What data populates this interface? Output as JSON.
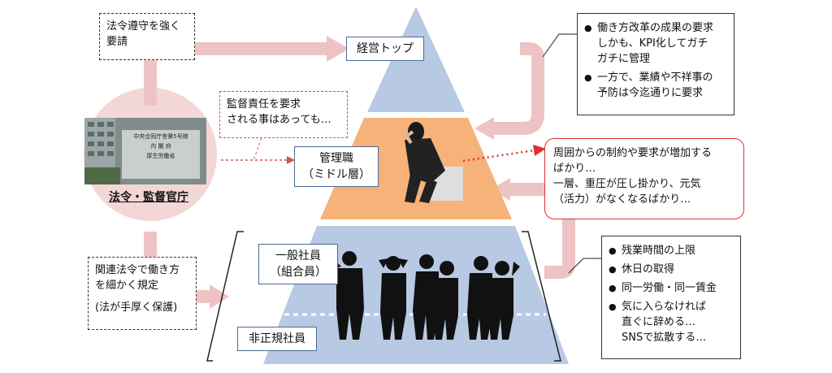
{
  "top_left_note": [
    "法令遵守を強く",
    "要請"
  ],
  "top_label": "経営トップ",
  "top_right_box": {
    "items": [
      [
        "働き方改革の成果の要求",
        "しかも、KPI化してガチ",
        "ガチに管理"
      ],
      [
        "一方で、業績や不祥事の",
        "予防は今迄通りに要求"
      ]
    ]
  },
  "supervision_note": [
    "監督責任を要求",
    "される事はあっても…"
  ],
  "middle_label": [
    "管理職",
    "（ミドル層）"
  ],
  "pressure_box": [
    "周囲からの制約や要求が増加する",
    "ばかり…",
    "一層、重圧が圧し掛かり、元気",
    "（活力）がなくなるばかり…"
  ],
  "gov_caption": "法令・監督官庁",
  "gov_sign_text": [
    "中央合同庁舎第5号館",
    "内 閣 府",
    "厚生労働省"
  ],
  "bottom_left_note": [
    "関連法令で働き方",
    "を細かく規定",
    "(法が手厚く保護)"
  ],
  "general_label": [
    "一般社員",
    "（組合員）"
  ],
  "nonregular_label": "非正規社員",
  "bottom_right_box": {
    "items": [
      [
        "残業時間の上限"
      ],
      [
        "休日の取得"
      ],
      [
        "同一労働・同一賃金"
      ],
      [
        "気に入らなければ",
        "直ぐに辞める…",
        "SNSで拡散する…"
      ]
    ]
  },
  "colors": {
    "pyramid_blue": "#b7c9e3",
    "pyramid_orange": "#f7b27a",
    "arrow_pink": "#eec3c3",
    "red": "#e03030"
  }
}
